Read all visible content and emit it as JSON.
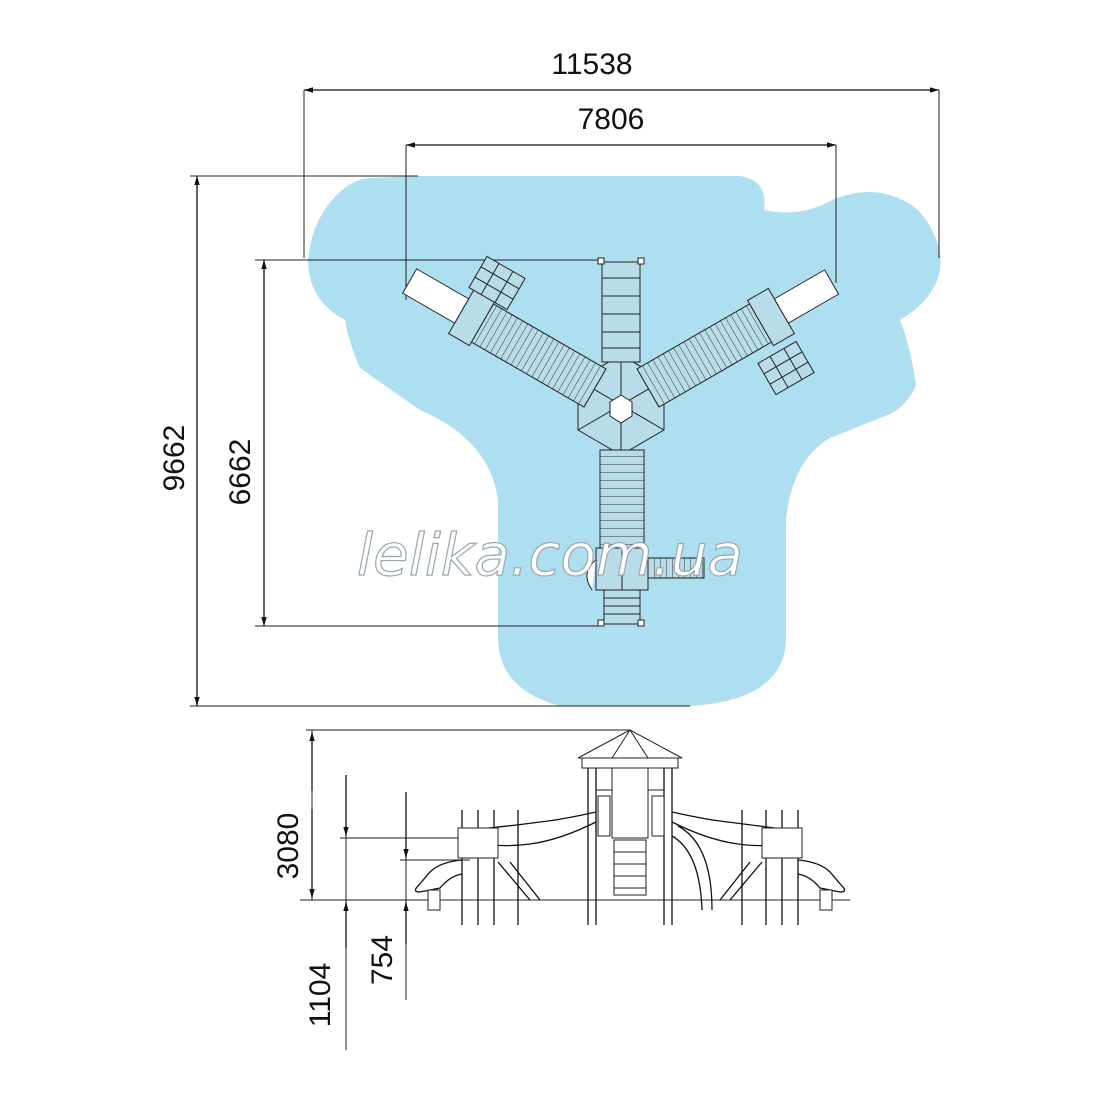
{
  "watermark": "lelika.com.ua",
  "colors": {
    "safety_zone": "#addff0",
    "lines": "#111111"
  },
  "plan_dimensions": {
    "overall_width": "11538",
    "inner_width": "7806",
    "overall_depth": "9662",
    "inner_depth": "6662"
  },
  "elevation_dimensions": {
    "total_height": "3080",
    "platform_height_high": "1104",
    "platform_height_low": "754"
  }
}
